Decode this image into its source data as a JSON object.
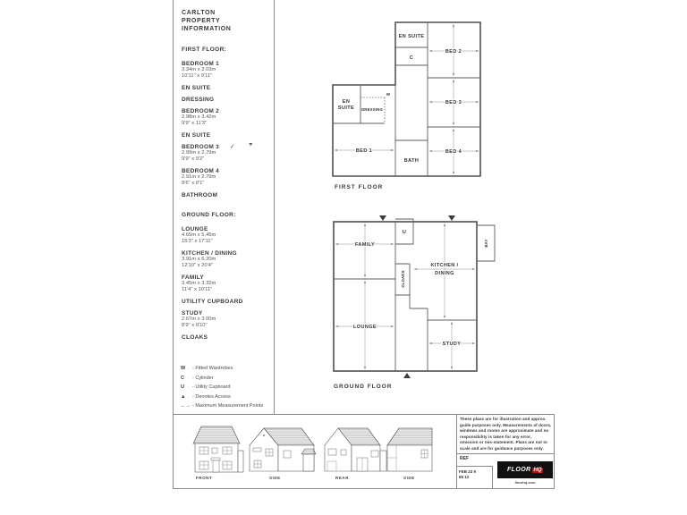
{
  "panel": {
    "title": [
      "CARLTON",
      "PROPERTY",
      "INFORMATION"
    ],
    "sections": [
      {
        "heading": "FIRST FLOOR:",
        "entries": [
          {
            "name": "BEDROOM 1",
            "m": "3.34m x 3.03m",
            "i": "10'11\" x 9'11\""
          },
          {
            "name": "EN SUITE"
          },
          {
            "name": "DRESSING"
          },
          {
            "name": "BEDROOM 2",
            "m": "2.98m x 3.42m",
            "i": "9'9\" x 11'3\""
          },
          {
            "name": "EN SUITE"
          },
          {
            "name": "BEDROOM 3",
            "m": "2.99m x 2.79m",
            "i": "9'9\" x 9'2\""
          },
          {
            "name": "BEDROOM 4",
            "m": "2.91m x 2.79m",
            "i": "9'6\" x 9'1\""
          },
          {
            "name": "BATHROOM"
          }
        ]
      },
      {
        "heading": "GROUND FLOOR:",
        "entries": [
          {
            "name": "LOUNGE",
            "m": "4.65m x 5.45m",
            "i": "15'3\" x 17'11\""
          },
          {
            "name": "KITCHEN / DINING",
            "m": "3.91m x 6.20m",
            "i": "12'10\" x 20'4\""
          },
          {
            "name": "FAMILY",
            "m": "3.45m x 3.32m",
            "i": "11'4\" x 10'11\""
          },
          {
            "name": "UTILITY CUPBOARD"
          },
          {
            "name": "STUDY",
            "m": "2.67m x 3.00m",
            "i": "8'9\" x 9'10\""
          },
          {
            "name": "CLOAKS"
          }
        ]
      }
    ],
    "marks": {
      "tick": "✓",
      "arrow": "➤"
    }
  },
  "legend": {
    "rows": [
      {
        "symbol": "W",
        "label": "- Fitted Wardrobes"
      },
      {
        "symbol": "C",
        "label": "- Cylinder"
      },
      {
        "symbol": "U",
        "label": "- Utility Cupboard"
      },
      {
        "symbol": "▲",
        "label": "- Denotes Access"
      },
      {
        "symbol": "←→",
        "label": "- Maximum Measurement Points"
      }
    ]
  },
  "first_floor_plan": {
    "label": "FIRST FLOOR",
    "en_suite_top": "EN SUITE",
    "cyl": "C",
    "bed2": "BED 2",
    "bed3": "BED 3",
    "bed4": "BED 4",
    "en_suite_left1": "EN",
    "en_suite_left2": "SUITE",
    "w": "W",
    "dressing": "DRESSING",
    "bed1": "BED 1",
    "bath": "BATH"
  },
  "ground_floor_plan": {
    "label": "GROUND FLOOR",
    "family": "FAMILY",
    "u": "U",
    "kitchen1": "KITCHEN /",
    "kitchen2": "DINING",
    "bay": "BAY",
    "cloaks": "CLOAKS",
    "lounge": "LOUNGE",
    "study": "STUDY"
  },
  "elevations": {
    "labels": [
      "FRONT",
      "SIDE",
      "REAR",
      "SIDE"
    ]
  },
  "footer": {
    "disclaimer": [
      "These plans are for illustration and approx.",
      "guide purposes only. Measurements of doors,",
      "windows and rooms are approximate and no",
      "responsibility is taken for any error,",
      "omission or mis-statement. Plans are not to",
      "scale and are for guidance purposes only."
    ],
    "ref_label": "REF",
    "ref_line1": "FEB 23 9",
    "ref_line2": "65 12",
    "logo_word": "FLOOR",
    "logo_hq": "HQ",
    "logo_sub": "floorhq.com"
  }
}
